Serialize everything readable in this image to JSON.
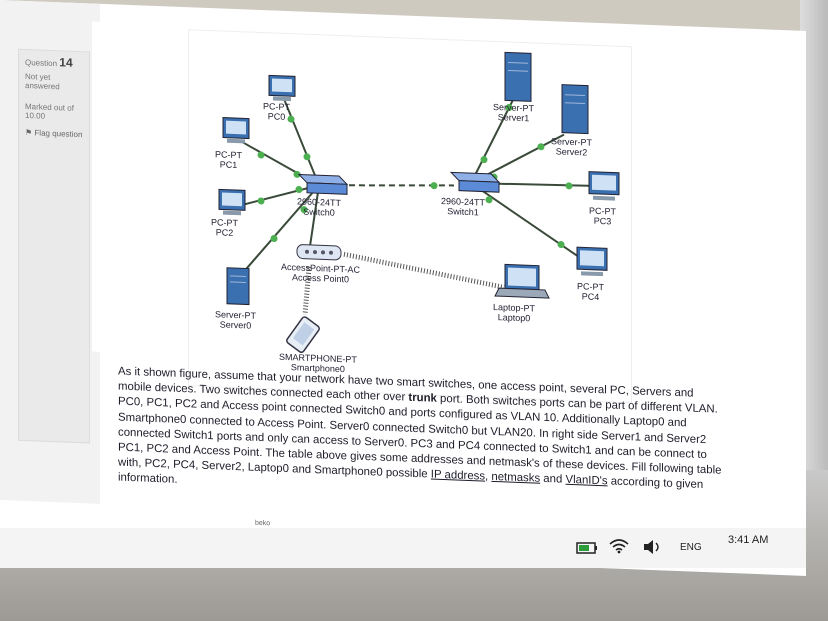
{
  "sidebar": {
    "question_label": "Question",
    "question_number": "14",
    "status": "Not yet answered",
    "marked": "Marked out of 10.00",
    "flag": "Flag question"
  },
  "diagram": {
    "devices": {
      "pc0": "PC-PT\nPC0",
      "pc1": "PC-PT\nPC1",
      "pc2": "PC-PT\nPC2",
      "server0": "Server-PT\nServer0",
      "switch0": "2960-24TT\nSwitch0",
      "switch1": "2960-24TT\nSwitch1",
      "access_point": "AccessPoint-PT-AC\nAccess Point0",
      "smartphone": "SMARTPHONE-PT\nSmartphone0",
      "server1": "Server-PT\nServer1",
      "server2": "Server-PT\nServer2",
      "pc3": "PC-PT\nPC3",
      "pc4": "PC-PT\nPC4",
      "laptop": "Laptop-PT\nLaptop0"
    }
  },
  "question": {
    "p1": "As it shown figure, assume that your network have two smart switches, one access point, several PC, Servers and mobile devices. Two switches connected each other over ",
    "trunk": "trunk",
    "p2": " port. Both switches ports can be part of different VLAN. PC0, PC1, PC2 and Access point connected Switch0 and ports configured as VLAN 10. Additionally Laptop0 and Smartphone0 connected to Access Point. Server0 connected Switch0 but VLAN20. In right side Server1 and Server2 connected Switch1 ports and only can access to Server0. PC3 and PC4 connected to Switch1 and can be connect to PC1, PC2 and Access Point. The table above gives some addresses and netmask's of these devices. Fill following table with, PC2, PC4, Server2, Laptop0 and Smartphone0 possible ",
    "ip": "IP address",
    "sep1": ", ",
    "netmasks": "netmasks",
    "sep2": " and ",
    "vlanid": "VlanID's",
    "p3": " according to given information."
  },
  "taskbar": {
    "language": "ENG",
    "time": "3:41 AM",
    "brand": "beko"
  },
  "colors": {
    "link": "#2b3a55",
    "connector": "#4caf50",
    "switch": "#5b8bd6",
    "pc": "#3a6fb0"
  }
}
